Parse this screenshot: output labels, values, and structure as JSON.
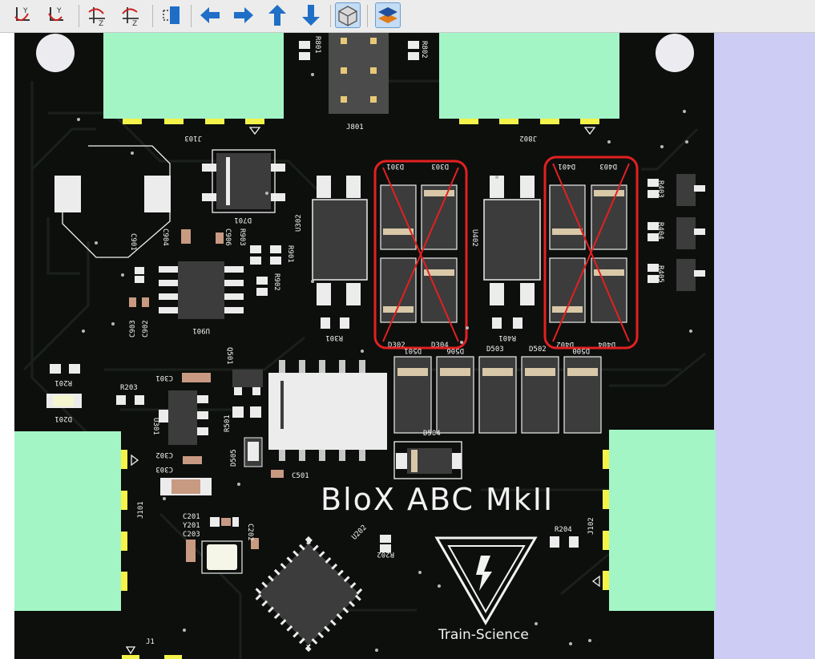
{
  "toolbar": {
    "buttons": [
      {
        "id": "rotate-x-cw",
        "icon": "rotate-x-clockwise-icon",
        "glyph": "Y"
      },
      {
        "id": "rotate-x-ccw",
        "icon": "rotate-x-counterclockwise-icon",
        "glyph": "Y"
      },
      {
        "id": "rotate-z-cw",
        "icon": "rotate-z-clockwise-icon",
        "glyph": "Z"
      },
      {
        "id": "rotate-z-ccw",
        "icon": "rotate-z-counterclockwise-icon",
        "glyph": "Z"
      },
      {
        "id": "flip-board",
        "icon": "flip-board-icon"
      },
      {
        "id": "move-left",
        "icon": "arrow-left-icon"
      },
      {
        "id": "move-right",
        "icon": "arrow-right-icon"
      },
      {
        "id": "move-up",
        "icon": "arrow-up-icon"
      },
      {
        "id": "move-down",
        "icon": "arrow-down-icon"
      },
      {
        "id": "orthographic",
        "icon": "orthographic-cube-icon",
        "active": true
      },
      {
        "id": "layers",
        "icon": "layers-icon",
        "active": true
      }
    ]
  },
  "board": {
    "title": "BloX ABC MkII",
    "logo_text": "Train-Science",
    "colors": {
      "board": "#0d0f0d",
      "silk": "#f2f2f2",
      "connector": "#a4f5c6",
      "pad": "#f3f34a",
      "mark": "#e32020",
      "ic": "#3c3c3c"
    },
    "labels": {
      "r801": "R801",
      "r802": "R802",
      "j801": "J801",
      "j103": "J103",
      "j802": "J802",
      "d701": "D701",
      "c901": "C901",
      "c904": "C904",
      "c906": "C906",
      "r903": "R903",
      "r901": "R901",
      "u302": "U302",
      "r902": "R902",
      "u901": "U901",
      "c903": "C903",
      "c902": "C902",
      "r301": "R301",
      "d302": "D302",
      "d304": "D304",
      "d301": "D301",
      "d303": "D303",
      "u402": "U402",
      "d401": "D401",
      "d403": "D403",
      "r401": "R401",
      "d402": "D402",
      "d404": "D404",
      "r403": "R403",
      "r404": "R404",
      "r405": "R405",
      "q501": "Q501",
      "r201": "R201",
      "r203": "R203",
      "c301": "C301",
      "d201": "D201",
      "u301": "U301",
      "r501": "R501",
      "d505": "D505",
      "c302": "C302",
      "c303": "C303",
      "c501": "C501",
      "d504": "D504",
      "d501": "D501",
      "d503": "D503",
      "d502": "D502",
      "d506": "D506",
      "d500": "D500",
      "j101": "J101",
      "c201": "C201",
      "y201": "Y201",
      "c203": "C203",
      "c202": "C202",
      "u202": "U202",
      "r202": "R202",
      "r204": "R204",
      "j102": "J102",
      "j1": "J1"
    }
  }
}
